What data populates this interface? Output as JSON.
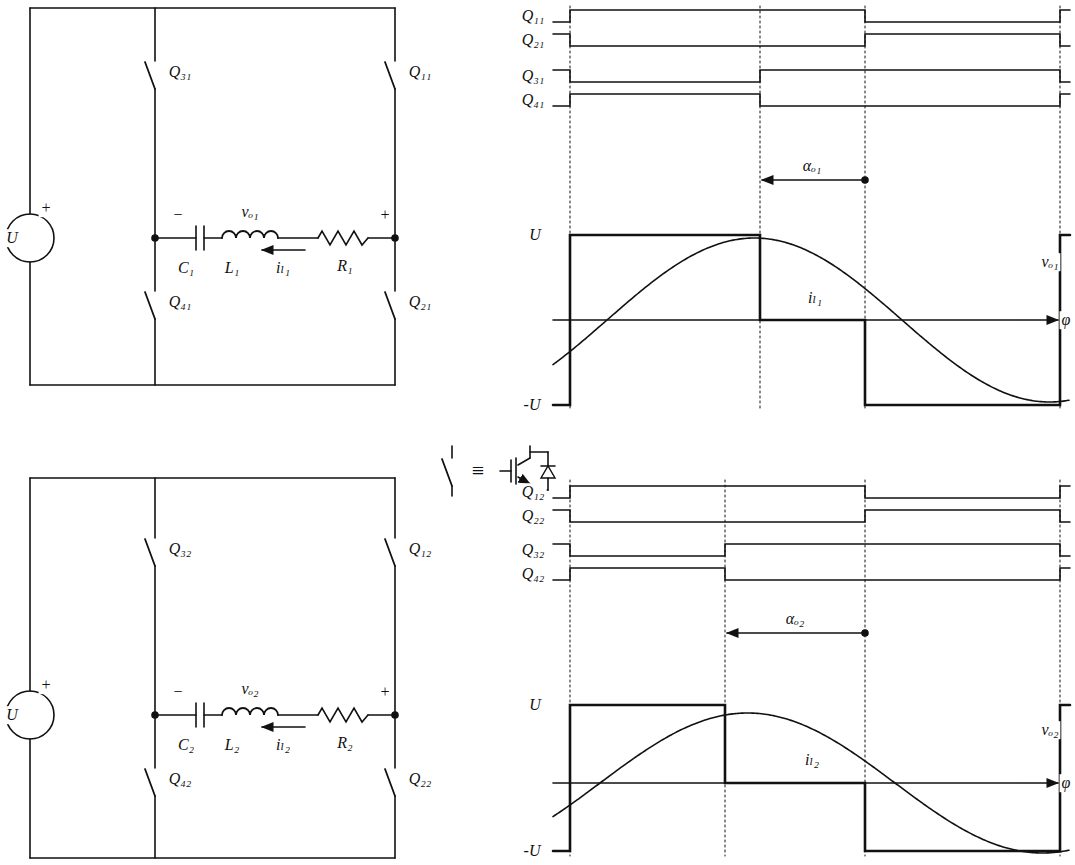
{
  "diagram": {
    "labels": [
      "U",
      "+",
      "Q₃₁",
      "Q₁₁",
      "−",
      "vₒ₁",
      "+",
      "C₁",
      "L₁",
      "iₗ₁",
      "R₁",
      "Q₄₁",
      "Q₂₁",
      "U",
      "+",
      "Q₃₂",
      "Q₁₂",
      "−",
      "vₒ₂",
      "+",
      "C₂",
      "L₂",
      "iₗ₂",
      "R₂",
      "Q₄₂",
      "Q₂₂",
      "≡",
      "Q₁₁",
      "Q₂₁",
      "Q₃₁",
      "Q₄₁",
      "αₒ₁",
      "U",
      "vₒ₁",
      "iₗ₁",
      "φ",
      "-U",
      "Q₁₂",
      "Q₂₂",
      "Q₃₂",
      "Q₄₂",
      "αₒ₂",
      "U",
      "vₒ₂",
      "iₗ₂",
      "φ",
      "-U"
    ]
  }
}
